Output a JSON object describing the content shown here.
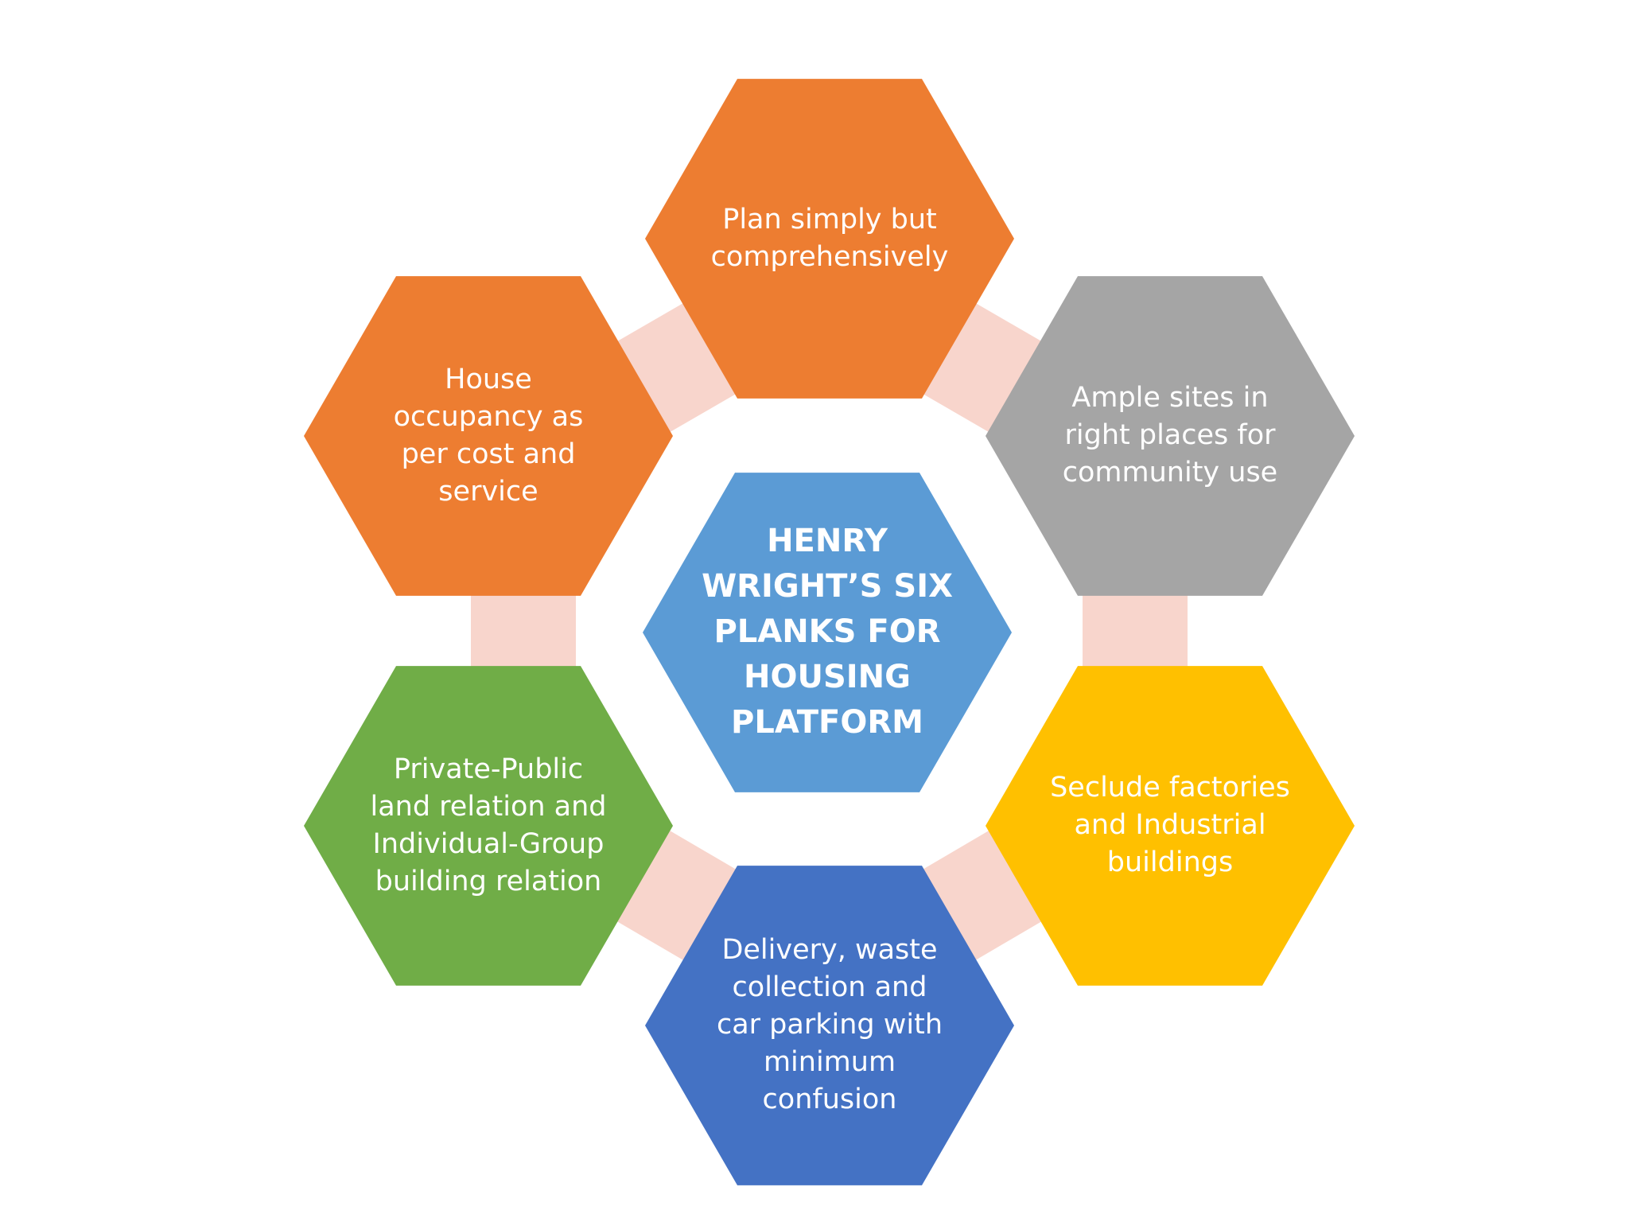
{
  "center": {
    "label": "HENRY\nWRIGHT’S SIX\nPLANKS FOR\nHOUSING\nPLATFORM"
  },
  "planks": [
    {
      "label": "Plan simply but\ncomprehensively",
      "color": "#ED7D31"
    },
    {
      "label": "Ample sites in\nright places for\ncommunity use",
      "color": "#A5A5A5"
    },
    {
      "label": "Seclude factories\nand Industrial\nbuildings",
      "color": "#FFC000"
    },
    {
      "label": "Delivery, waste\ncollection and\ncar parking with\nminimum\nconfusion",
      "color": "#4472C4"
    },
    {
      "label": "Private-Public\nland relation and\nIndividual-Group\nbuilding relation",
      "color": "#70AD47"
    },
    {
      "label": "House\noccupancy as\nper cost and\nservice",
      "color": "#ED7D31"
    }
  ],
  "colors": {
    "center": "#5B9BD5",
    "connector": "#F8D5CC"
  }
}
